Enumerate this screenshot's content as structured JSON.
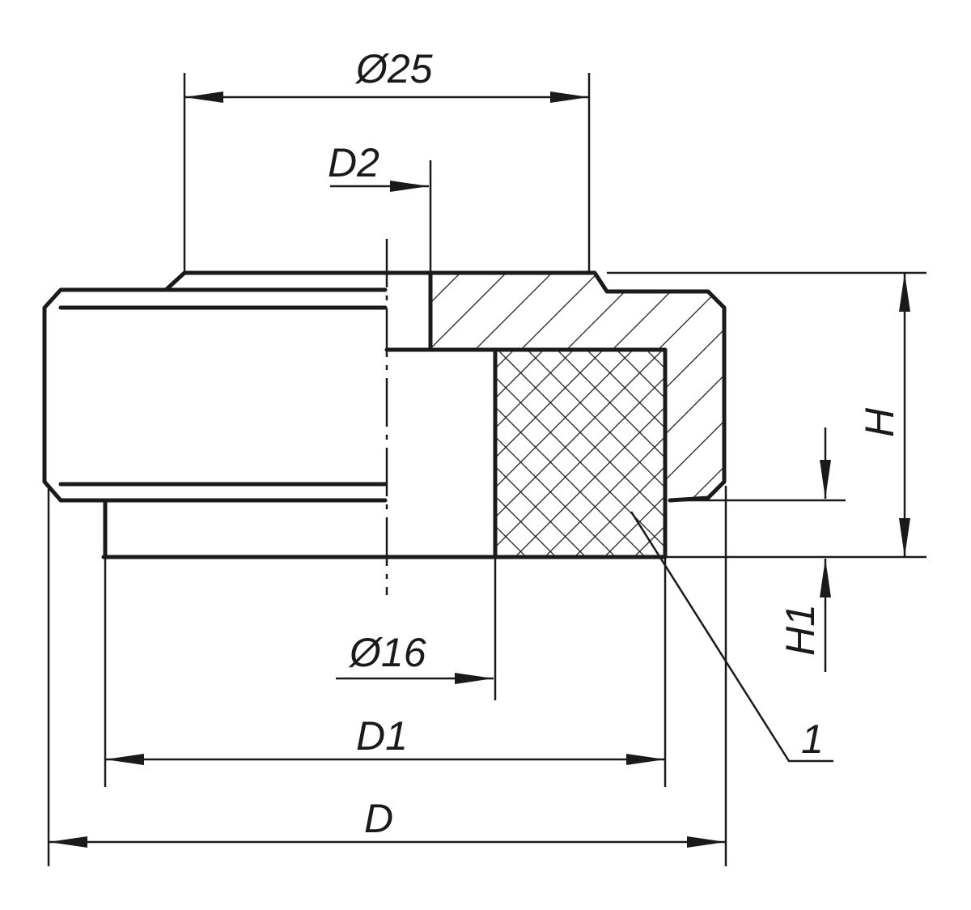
{
  "drawing": {
    "labels": {
      "dia_top": "Ø25",
      "d2": "D2",
      "dia_bore": "Ø16",
      "d1": "D1",
      "d": "D",
      "h": "H",
      "h1": "H1",
      "item": "1"
    },
    "line_color": "#1a1a1a"
  }
}
